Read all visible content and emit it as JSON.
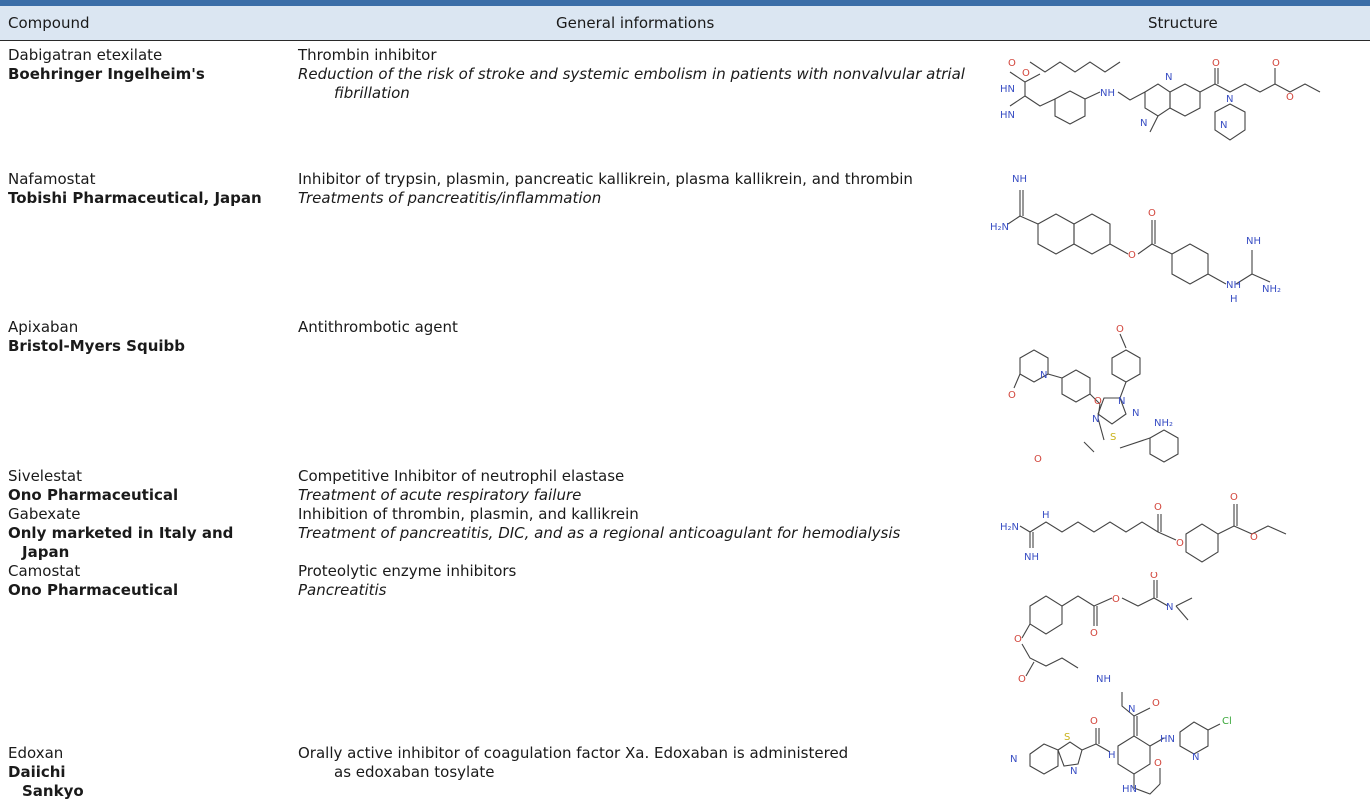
{
  "caption_fragment": "",
  "table": {
    "headers": {
      "compound": "Compound",
      "general": "General informations",
      "structure": "Structure"
    },
    "rows": [
      {
        "compound": "Dabigatran etexilate",
        "maker": "Boehringer Ingelheim's",
        "description": "Thrombin inhibitor",
        "use": "Reduction of the risk of stroke and systemic embolism in patients with nonvalvular atrial fibrillation"
      },
      {
        "compound": "Nafamostat",
        "maker": "Tobishi Pharmaceutical, Japan",
        "description": "Inhibitor of trypsin, plasmin, pancreatic kallikrein, plasma kallikrein, and thrombin",
        "use": "Treatments of pancreatitis/inflammation"
      },
      {
        "compound": "Apixaban",
        "maker": "Bristol-Myers Squibb",
        "description": "Antithrombotic agent",
        "use": ""
      },
      {
        "compound": "Sivelestat",
        "maker": "Ono Pharmaceutical",
        "description": "Competitive Inhibitor of neutrophil elastase",
        "use": "Treatment of acute respiratory failure"
      },
      {
        "compound": "Gabexate",
        "maker": "Only marketed in Italy and Japan",
        "description": "Inhibition of thrombin, plasmin, and kallikrein",
        "use": "Treatment of pancreatitis, DIC, and as a regional anticoagulant for hemodialysis"
      },
      {
        "compound": "Camostat",
        "maker": "Ono Pharmaceutical",
        "description": "Proteolytic enzyme inhibitors",
        "use": "Pancreatitis"
      },
      {
        "compound": "Edoxan",
        "maker": "Daiichi Sankyo",
        "description": "Orally active inhibitor of coagulation factor Xa. Edoxaban is administered as edoxaban tosylate",
        "use": ""
      }
    ]
  },
  "structure_labels": {
    "nh": "NH",
    "h2n": "H₂N",
    "nh2": "NH₂",
    "h": "H",
    "o": "O",
    "n": "N",
    "s": "S",
    "cl": "Cl",
    "hn": "HN",
    "hn2": "NH"
  },
  "colors": {
    "header_bg": "#dbe6f2",
    "top_bar": "#3b6ea8",
    "oxygen": "#d2443a",
    "nitrogen": "#3a4fc4",
    "sulfur": "#c9b21a",
    "chlorine": "#3aa83a",
    "bond": "#444444"
  }
}
